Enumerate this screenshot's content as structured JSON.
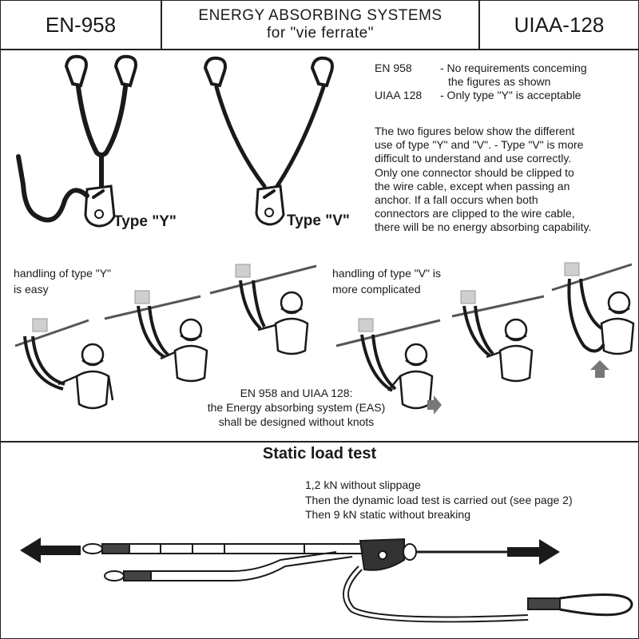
{
  "header": {
    "left": "EN-958",
    "title_line1": "ENERGY ABSORBING SYSTEMS",
    "title_line2": "for \"vie ferrate\"",
    "right": "UIAA-128"
  },
  "requirements": [
    {
      "code": "EN 958",
      "text_lines": [
        "- No requirements conceming",
        "the figures as shown"
      ]
    },
    {
      "code": "UIAA 128",
      "text_lines": [
        "- Only type \"Y\" is acceptable"
      ]
    }
  ],
  "description_lines": [
    "The two figures below show the different",
    "use of type \"Y\" and \"V\". - Type \"V\" is more",
    "difficult to understand and use correctly.",
    "Only one connector should be clipped to",
    "the wire cable, except when passing an",
    "anchor. If a fall occurs when both",
    "connectors are clipped to the wire cable,",
    "there will be no energy absorbing capability."
  ],
  "types": {
    "y_label": "Type \"Y\"",
    "v_label": "Type \"V\""
  },
  "handling": {
    "y_line1": "handling of type \"Y\"",
    "y_line2": "is easy",
    "v_line1": "handling of type \"V\" is",
    "v_line2": "more complicated"
  },
  "note_lines": [
    "EN 958 and UIAA 128:",
    "the Energy absorbing system (EAS)",
    "shall be designed without knots"
  ],
  "static_test": {
    "title": "Static load test",
    "lines": [
      "1,2 kN without slippage",
      "Then the dynamic load test is carried out (see page 2)",
      "Then 9 kN static without breaking"
    ]
  },
  "colors": {
    "line": "#1a1a1a",
    "gray": "#9a9a9a",
    "light": "#cfcfcf"
  }
}
